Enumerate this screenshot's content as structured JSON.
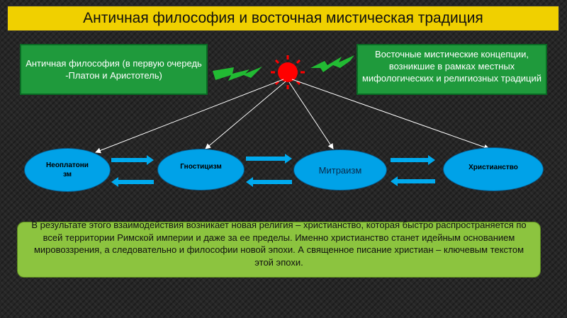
{
  "title": "Античная философия и восточная мистическая традиция",
  "sources": {
    "antique": "Античная философия (в первую очередь -Платон и Аристотель)",
    "eastern": "Восточные мистические концепции, возникшие в рамках местных мифологических и религиозных традиций"
  },
  "nodes": {
    "neoplatonism": "Неоплатонизм",
    "gnosticism": "Гностицизм",
    "mithraism": "Митраизм",
    "christianity": "Христианство"
  },
  "result_text": "В результате этого взаимодействия возникает новая религия – христианство, которая быстро распространяется по всей территории Римской империи и даже за ее пределы. Именно христианство станет идейным основанием мировоззрения, а следовательно и философии новой эпохи. А священное писание христиан – ключевым текстом этой эпохи.",
  "colors": {
    "title_bg": "#f0d000",
    "source_box": "#1f9a3c",
    "node_fill": "#00a2e8",
    "sun": "#ff0000",
    "lightning": "#22bb33",
    "result_bg": "#8cc43f",
    "arrows": "#00aaee"
  },
  "icons": [
    "sun-icon",
    "lightning-icon"
  ]
}
